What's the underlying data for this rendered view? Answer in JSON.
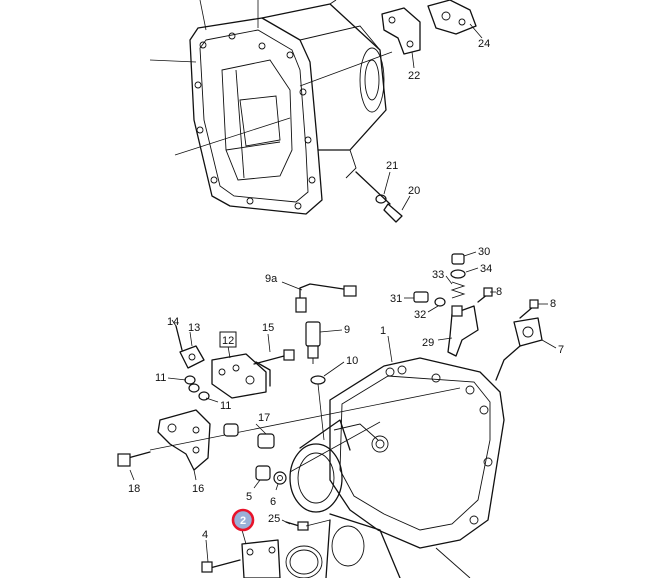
{
  "diagram": {
    "highlight_color": "#e8132a",
    "highlight_fill": "#9ab0d8",
    "callouts": {
      "c1": "1",
      "c2": "2",
      "c4": "4",
      "c5": "5",
      "c6": "6",
      "c7": "7",
      "c8a": "8",
      "c8b": "8",
      "c9": "9",
      "c9a": "9a",
      "c10": "10",
      "c11a": "11",
      "c11b": "11",
      "c12": "12",
      "c13": "13",
      "c14": "14",
      "c15": "15",
      "c16": "16",
      "c17": "17",
      "c18": "18",
      "c20": "20",
      "c21": "21",
      "c22": "22",
      "c24": "24",
      "c25": "25",
      "c29": "29",
      "c30": "30",
      "c31": "31",
      "c32": "32",
      "c33": "33",
      "c34": "34"
    }
  }
}
